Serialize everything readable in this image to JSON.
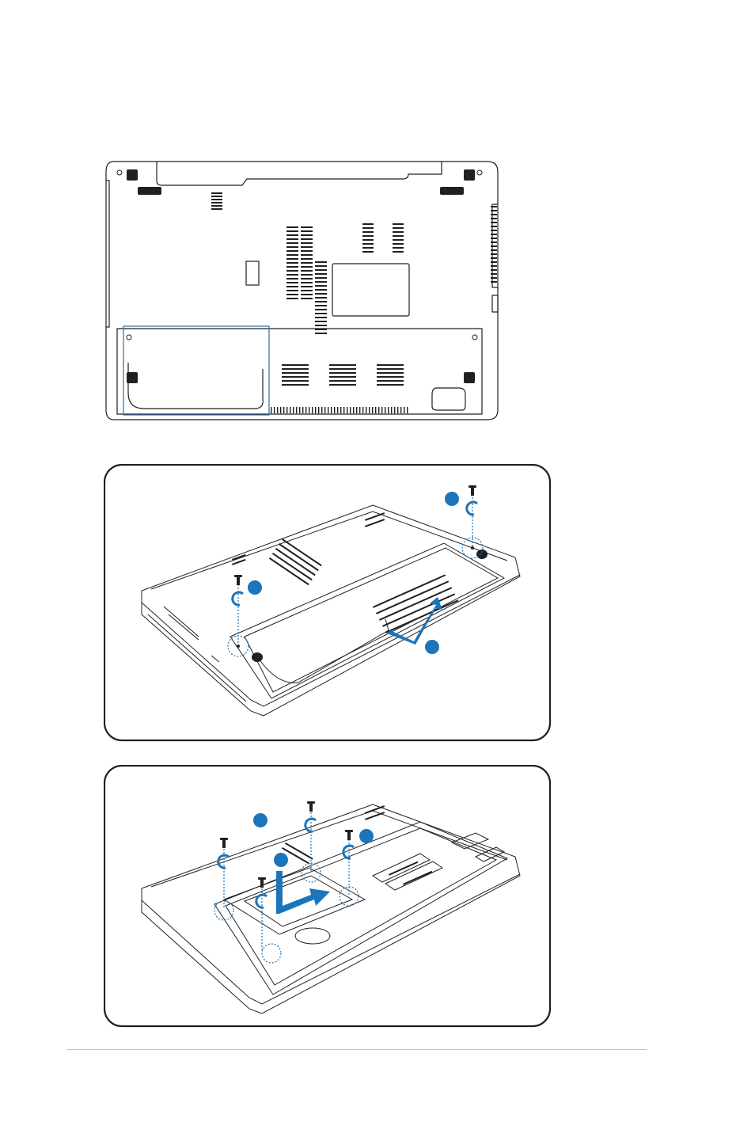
{
  "page": {
    "title": "",
    "page_number": ""
  },
  "figures": [
    {
      "id": "bottom-view",
      "description_text": ""
    },
    {
      "id": "remove-cover",
      "step_markers": [
        "",
        "",
        ""
      ]
    },
    {
      "id": "remove-drive",
      "step_markers": [
        "",
        "",
        "",
        ""
      ]
    }
  ],
  "colors": {
    "accent": "#1b75bb",
    "line": "#231f20",
    "frame": "#231f20",
    "highlight_box": "#2d6fa8"
  },
  "icons": [
    "screw-icon",
    "rotate-arrow-icon",
    "slide-arrow-icon",
    "step-marker"
  ]
}
